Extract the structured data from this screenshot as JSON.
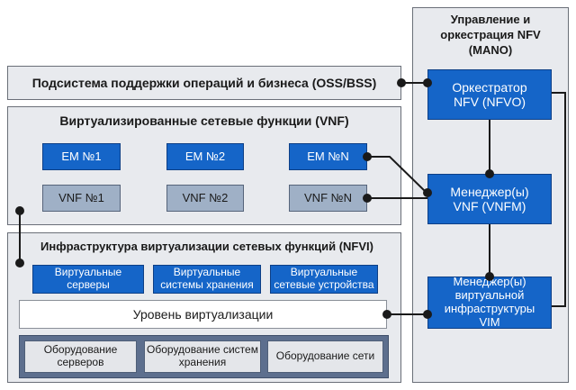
{
  "oss_bss": {
    "label": "Подсистема поддержки операций и бизнеса (OSS/BSS)"
  },
  "mano": {
    "title": "Управление и оркестрация NFV (MANO)",
    "nfvo": "Оркестратор NFV (NFVO)",
    "vnfm": "Менеджер(ы) VNF (VNFM)",
    "vim": "Менеджер(ы) виртуальной инфраструктуры VIM"
  },
  "vnf": {
    "title": "Виртуализированные сетевые функции (VNF)",
    "em": [
      "EM №1",
      "EM №2",
      "EM №N"
    ],
    "vnf": [
      "VNF №1",
      "VNF №2",
      "VNF №N"
    ]
  },
  "nfvi": {
    "title": "Инфраструктура виртуализации сетевых функций (NFVI)",
    "virtual": [
      "Виртуальные серверы",
      "Виртуальные системы хранения",
      "Виртуальные сетевые устройства"
    ],
    "virt_layer": "Уровень виртуализации",
    "hardware": [
      "Оборудование серверов",
      "Оборудование систем хранения",
      "Оборудование сети"
    ]
  },
  "colors": {
    "blue": "#1565c8",
    "gray": "#9fb0c6",
    "panel": "#e8eaee",
    "line": "#1a1a1a"
  }
}
